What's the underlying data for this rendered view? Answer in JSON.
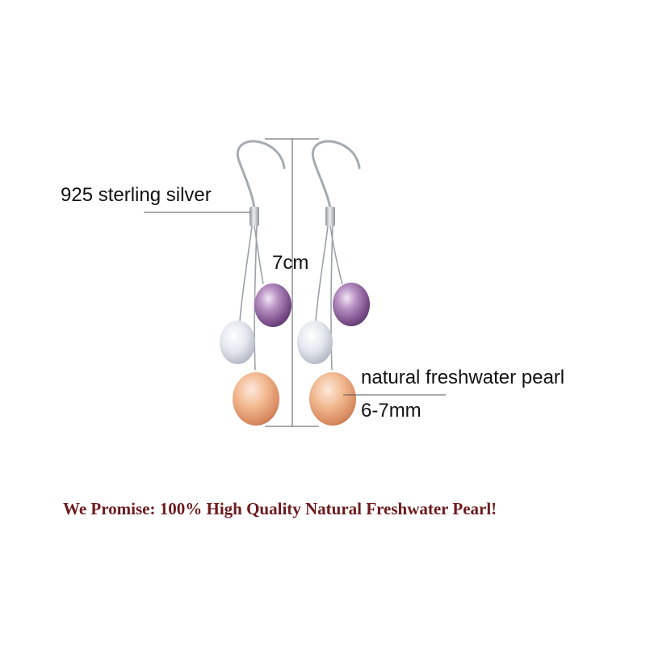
{
  "annotations": {
    "material": "925 sterling silver",
    "length": "7cm",
    "pearl_type": "natural freshwater pearl",
    "pearl_size": "6-7mm"
  },
  "promise_text": "We Promise: 100% High Quality Natural Freshwater Pearl!",
  "colors": {
    "promise_text": "#6e1a1d",
    "label_text": "#111111",
    "pearl_purple": "#9b74a8",
    "pearl_white": "#e6e8ee",
    "pearl_peach": "#f0b793",
    "silver": "#b8bcc2"
  }
}
